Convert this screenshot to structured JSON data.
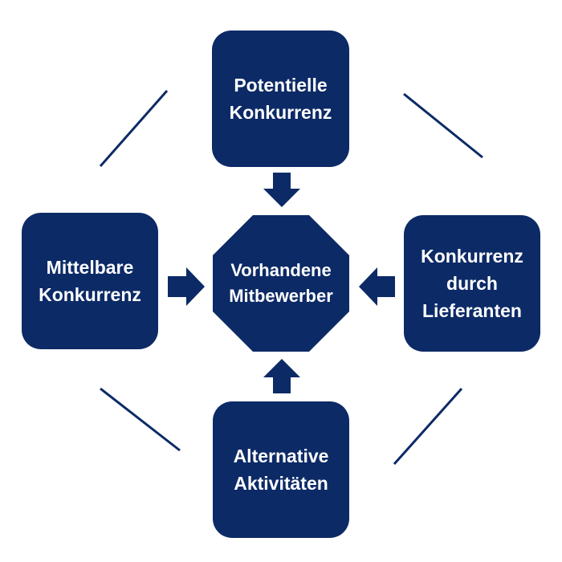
{
  "colors": {
    "box_fill": "#0c2a66",
    "line": "#0c2a66",
    "text": "#ffffff",
    "background": "#ffffff"
  },
  "center": {
    "label": "Vorhandene\nMitbewerber"
  },
  "nodes": {
    "top": {
      "label": "Potentielle\nKonkurrenz"
    },
    "left": {
      "label": "Mittelbare\nKonkurrenz"
    },
    "right": {
      "label": "Konkurrenz\ndurch\nLieferanten"
    },
    "bottom": {
      "label": "Alternative\nAktivitäten"
    }
  }
}
